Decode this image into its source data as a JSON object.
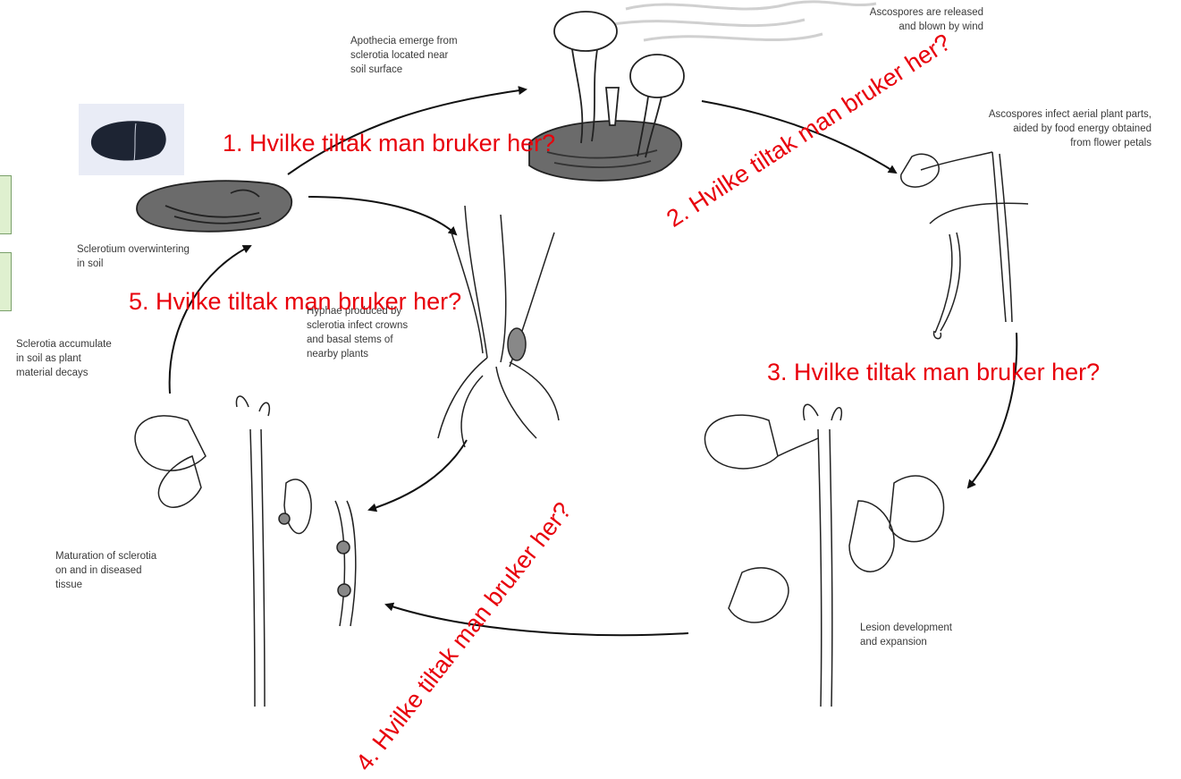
{
  "stage_labels": {
    "apothecia": "Apothecia emerge from\nsclerotia located near\nsoil surface",
    "ascospores_released": "Ascospores are released\nand blown by wind",
    "ascospores_infect": "Ascospores infect aerial plant parts,\naided by food energy obtained\nfrom flower petals",
    "sclerotium_overwintering": "Sclerotium overwintering\nin soil",
    "hyphae": "Hyphae produced by\nsclerotia infect crowns\nand basal stems of\nnearby plants",
    "sclerotia_accumulate": "Sclerotia accumulate\nin soil as plant\nmaterial decays",
    "maturation": "Maturation of sclerotia\non and in diseased\ntissue",
    "lesion": "Lesion development\nand expansion"
  },
  "questions": {
    "q1": "1. Hvilke tiltak man bruker her?",
    "q2": "2. Hvilke tiltak man bruker her?",
    "q3": "3. Hvilke tiltak man bruker her?",
    "q4": "4. Hvilke tiltak man bruker her?",
    "q5": "5. Hvilke tiltak man bruker her?"
  },
  "colors": {
    "question_text": "#e8000b",
    "label_text": "#3a3a3a",
    "line_art": "#222222",
    "sclerotium_fill": "#6b6b6b"
  }
}
